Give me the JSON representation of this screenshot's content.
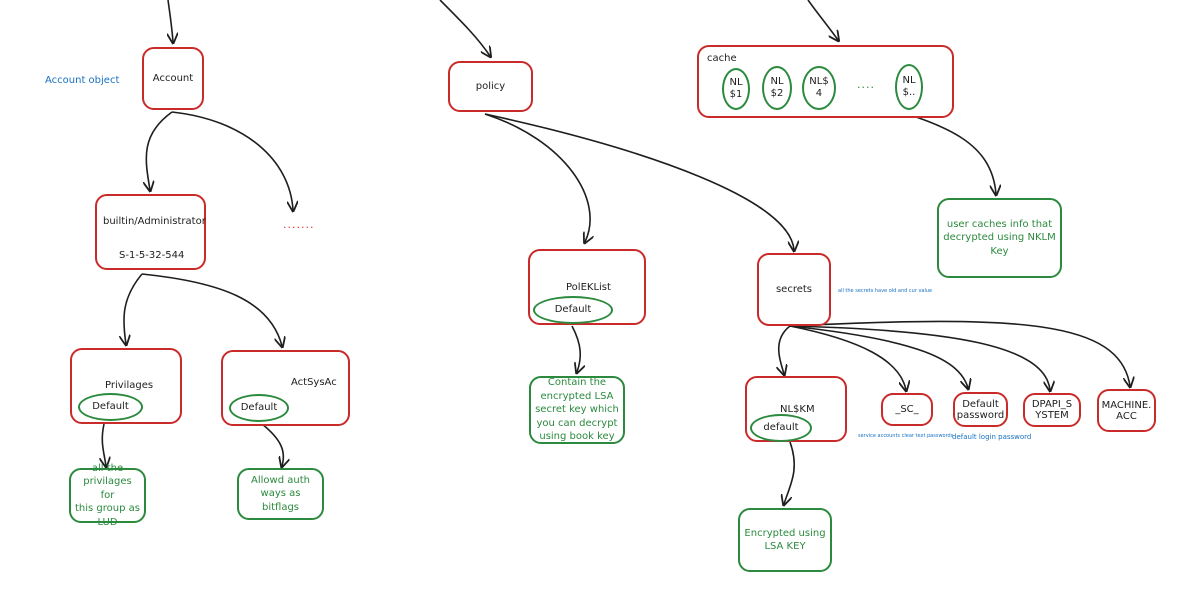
{
  "annotations": {
    "account_object": "Account object",
    "secrets_note": "all the secrets have old and cur value",
    "sc_note": "service accounts clear text passwords",
    "default_password_note": "default login password"
  },
  "nodes": {
    "account": "Account",
    "builtin_admin": "builtin/Administrator",
    "builtin_sid": "S-1-5-32-544",
    "ellipsis_left": ".......",
    "privilages": "Privilages",
    "privilages_default": "Default",
    "privilages_desc": "all the\nprivilages for\nthis group  as\nLUD",
    "actsysac": "ActSysAc",
    "actsysac_default": "Default",
    "actsysac_desc": "Allowd auth\nways as bitflags",
    "policy": "policy",
    "poleklist": "PolEKList",
    "poleklist_default": "Default",
    "poleklist_desc": "Contain the\nencrypted LSA\nsecret  key which\nyou can decrypt\nusing book key",
    "secrets": "secrets",
    "nlkm": "NL$KM",
    "nlkm_default": "default",
    "nlkm_desc": "Encrypted using\nLSA KEY",
    "sc": "_SC_",
    "default_password": "Default\npassword",
    "dpapi_system": "DPAPI_S\nYSTEM",
    "machine_acc": "MACHINE.\nACC",
    "cache": "cache",
    "cache_items": [
      "NL\n$1",
      "NL\n$2",
      "NL$\n4",
      "NL\n$.."
    ],
    "cache_ellipsis": "....",
    "cache_desc": "user caches info that\ndecrypted using NKLM\nKey"
  }
}
